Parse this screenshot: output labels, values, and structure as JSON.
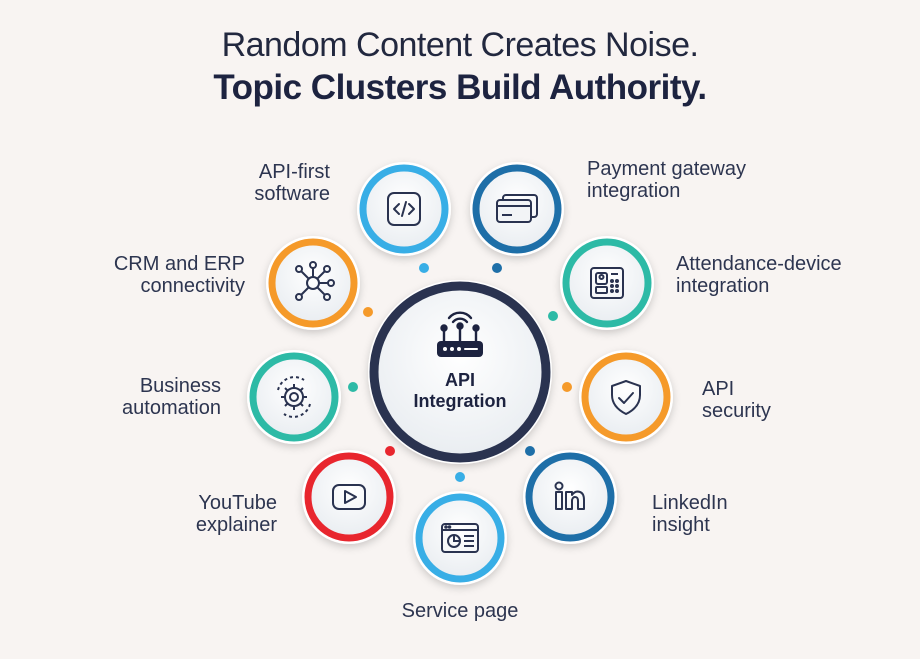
{
  "title": {
    "line1": "Random Content Creates Noise.",
    "line2": "Topic Clusters Build Authority."
  },
  "hub": {
    "label_line1": "API",
    "label_line2": "Integration",
    "icon": "router-signal-icon"
  },
  "colors": {
    "blue": "#38aee6",
    "navy": "#1e6fa8",
    "teal": "#2dbaa6",
    "orange": "#f59a2a",
    "red": "#e8262e",
    "hub_ring": "#2a3350"
  },
  "spokes": [
    {
      "label_line1": "API-first",
      "label_line2": "software",
      "icon": "code-window-icon",
      "color": "blue"
    },
    {
      "label_line1": "Payment gateway",
      "label_line2": "integration",
      "icon": "credit-card-icon",
      "color": "navy"
    },
    {
      "label_line1": "CRM and ERP",
      "label_line2": "connectivity",
      "icon": "network-hub-icon",
      "color": "orange"
    },
    {
      "label_line1": "Attendance-device",
      "label_line2": "integration",
      "icon": "attendance-device-icon",
      "color": "teal"
    },
    {
      "label_line1": "Business",
      "label_line2": "automation",
      "icon": "gear-cycle-icon",
      "color": "teal"
    },
    {
      "label_line1": "API",
      "label_line2": "security",
      "icon": "shield-check-icon",
      "color": "orange"
    },
    {
      "label_line1": "YouTube",
      "label_line2": "explainer",
      "icon": "play-button-icon",
      "color": "red"
    },
    {
      "label_line1": "LinkedIn",
      "label_line2": "insight",
      "icon": "linkedin-icon",
      "color": "navy"
    },
    {
      "label_line1": "Service page",
      "label_line2": "",
      "icon": "web-page-icon",
      "color": "blue"
    }
  ]
}
